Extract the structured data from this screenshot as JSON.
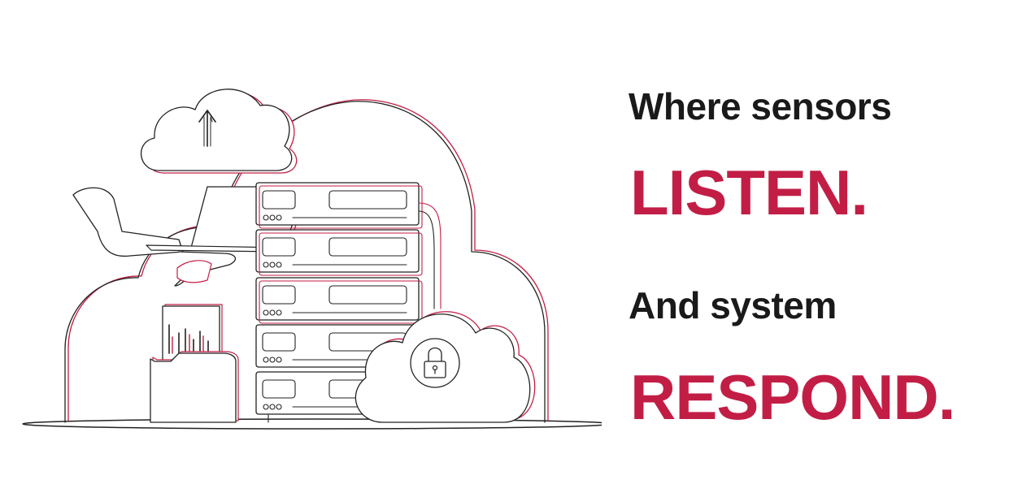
{
  "headline": {
    "line1": "Where sensors",
    "line2": "LISTEN.",
    "line3": "And system",
    "line4": "RESPOND."
  },
  "colors": {
    "accent": "#c21e45",
    "text": "#1a1a1a",
    "outline": "#222222",
    "background": "#ffffff"
  },
  "icons": [
    "upload-cloud-icon",
    "padlock-cloud-icon",
    "laptop-icon",
    "server-rack-icon",
    "document-folder-icon"
  ]
}
